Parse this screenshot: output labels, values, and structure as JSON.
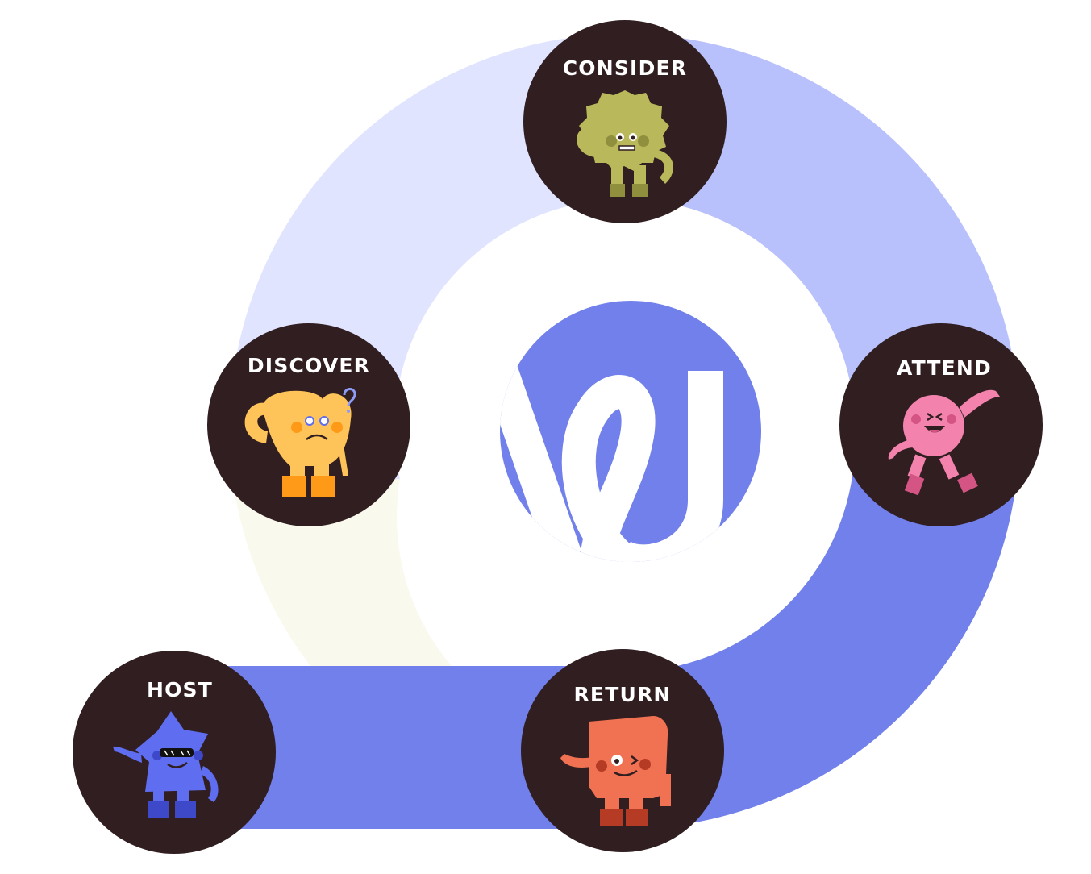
{
  "diagram": {
    "center_logo": "wu-logo",
    "colors": {
      "node_fill": "#311e21",
      "label_text": "#ffffff",
      "ring_consider_to_attend": "#b8c1fb",
      "ring_discover_to_consider": "#e0e4ff",
      "ring_host_to_discover": "#f9f9ee",
      "ring_attend_to_host": "#7180ea",
      "logo_circle": "#7180ea"
    },
    "stages": [
      {
        "id": "consider",
        "label": "CONSIDER",
        "character": "yellow-green-gear-monster",
        "expression": "nervous",
        "color": "#b9b85a"
      },
      {
        "id": "discover",
        "label": "DISCOVER",
        "character": "yellow-blob-monster",
        "expression": "confused",
        "color": "#fec45a"
      },
      {
        "id": "attend",
        "label": "ATTEND",
        "character": "pink-round-monster",
        "expression": "excited",
        "color": "#f383ad"
      },
      {
        "id": "return",
        "label": "RETURN",
        "character": "orange-block-monster",
        "expression": "winking",
        "color": "#f07252"
      },
      {
        "id": "host",
        "label": "HOST",
        "character": "blue-star-monster",
        "expression": "cool-sunglasses",
        "color": "#5f6ef0"
      }
    ]
  }
}
